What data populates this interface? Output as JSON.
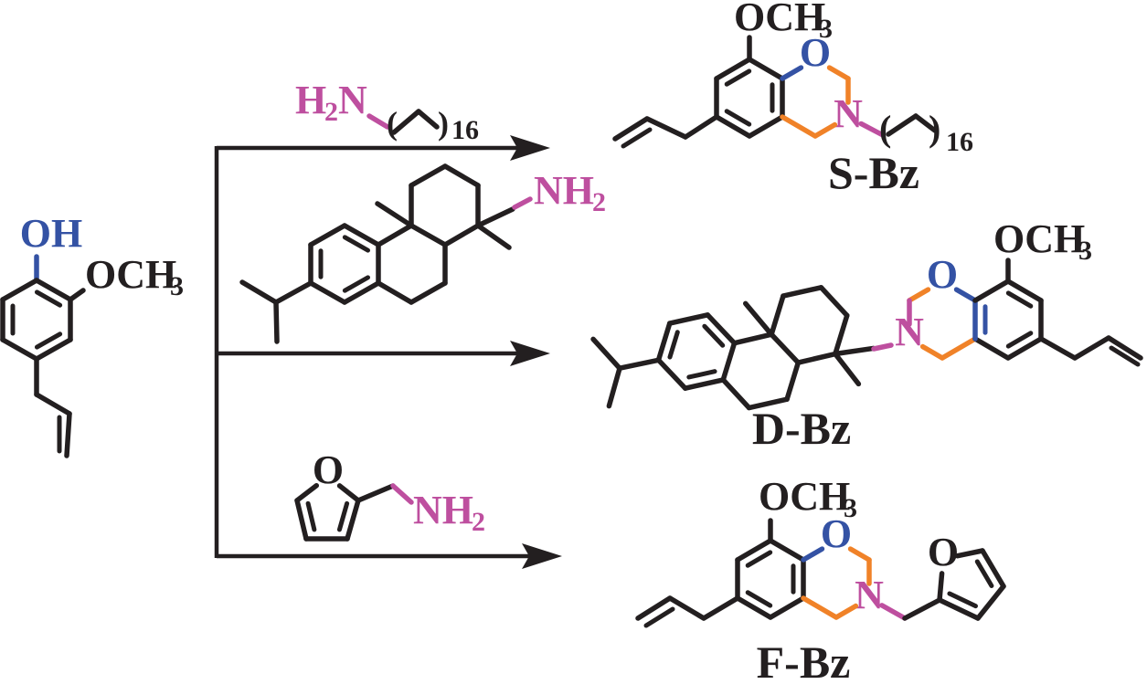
{
  "colors": {
    "background": "#FFFFFF",
    "bond_black": "#231F20",
    "oxygen_blue": "#3452A4",
    "nitrogen_magenta": "#BE4F9F",
    "oxazine_orange": "#F08228"
  },
  "labels": {
    "eugenol": {
      "hydroxyl": "OH",
      "methoxy": "OCH",
      "methoxy_sub": "3"
    },
    "octadecylamine": {
      "h": "H",
      "h_sub": "2",
      "n": "N",
      "paren_open": "(",
      "paren_close": ")",
      "repeat_count": "16"
    },
    "dehydroabietylamine": {
      "nh": "NH",
      "nh_sub": "2"
    },
    "furfurylamine": {
      "furan_o": "O",
      "nh": "NH",
      "nh_sub": "2"
    },
    "product_s": {
      "name": "S-Bz",
      "methoxy": "OCH",
      "methoxy_sub": "3",
      "ring_o": "O",
      "ring_n": "N",
      "paren_open": "(",
      "paren_close": ")",
      "repeat_count": "16"
    },
    "product_d": {
      "name": "D-Bz",
      "methoxy": "OCH",
      "methoxy_sub": "3",
      "ring_o": "O",
      "ring_n": "N"
    },
    "product_f": {
      "name": "F-Bz",
      "methoxy": "OCH",
      "methoxy_sub": "3",
      "ring_o": "O",
      "ring_n": "N",
      "furan_o": "O"
    }
  }
}
